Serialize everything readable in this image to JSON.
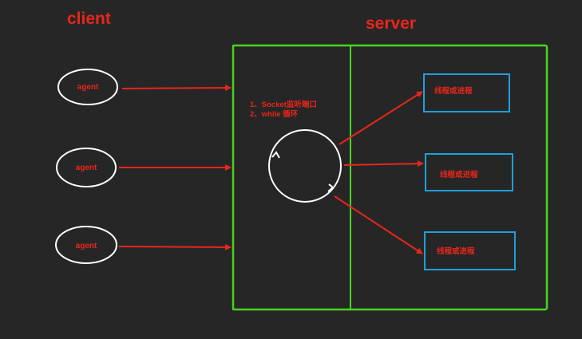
{
  "labels": {
    "client": "client",
    "server": "server"
  },
  "agents": [
    {
      "label": "agent"
    },
    {
      "label": "agent"
    },
    {
      "label": "agent"
    }
  ],
  "listener": {
    "line1": "1、Socket监听端口",
    "line2": "2、while 循环"
  },
  "workers": [
    {
      "label": "线程或进程"
    },
    {
      "label": "线程或进程"
    },
    {
      "label": "线程或进程"
    }
  ],
  "colors": {
    "background": "#262626",
    "accent_red": "#e8261b",
    "server_border": "#4ad31f",
    "worker_border": "#1f9fd8",
    "outline_white": "#ffffff"
  }
}
